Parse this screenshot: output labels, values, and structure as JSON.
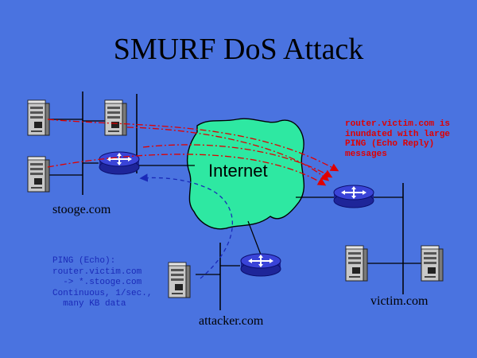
{
  "title": "SMURF DoS Attack",
  "cloud_label": "Internet",
  "sites": {
    "stooge": "stooge.com",
    "victim": "victim.com",
    "attacker": "attacker.com"
  },
  "notes": {
    "victim_note": [
      "router.victim.com is",
      "inundated with large",
      "PING (Echo Reply)",
      "messages"
    ],
    "attacker_note": [
      "PING (Echo):",
      "router.victim.com",
      "  -> *.stooge.com",
      "Continuous, 1/sec.,",
      "  many KB data"
    ]
  },
  "colors": {
    "background": "#4a73e0",
    "cloud": "#2ee8a2",
    "router": "#2a32c8",
    "attack_arrow": "#e00000",
    "ping_arrow": "#1a2ab8"
  },
  "icons": {
    "server": "server-tower-icon",
    "router": "router-icon",
    "cloud": "internet-cloud-icon"
  }
}
